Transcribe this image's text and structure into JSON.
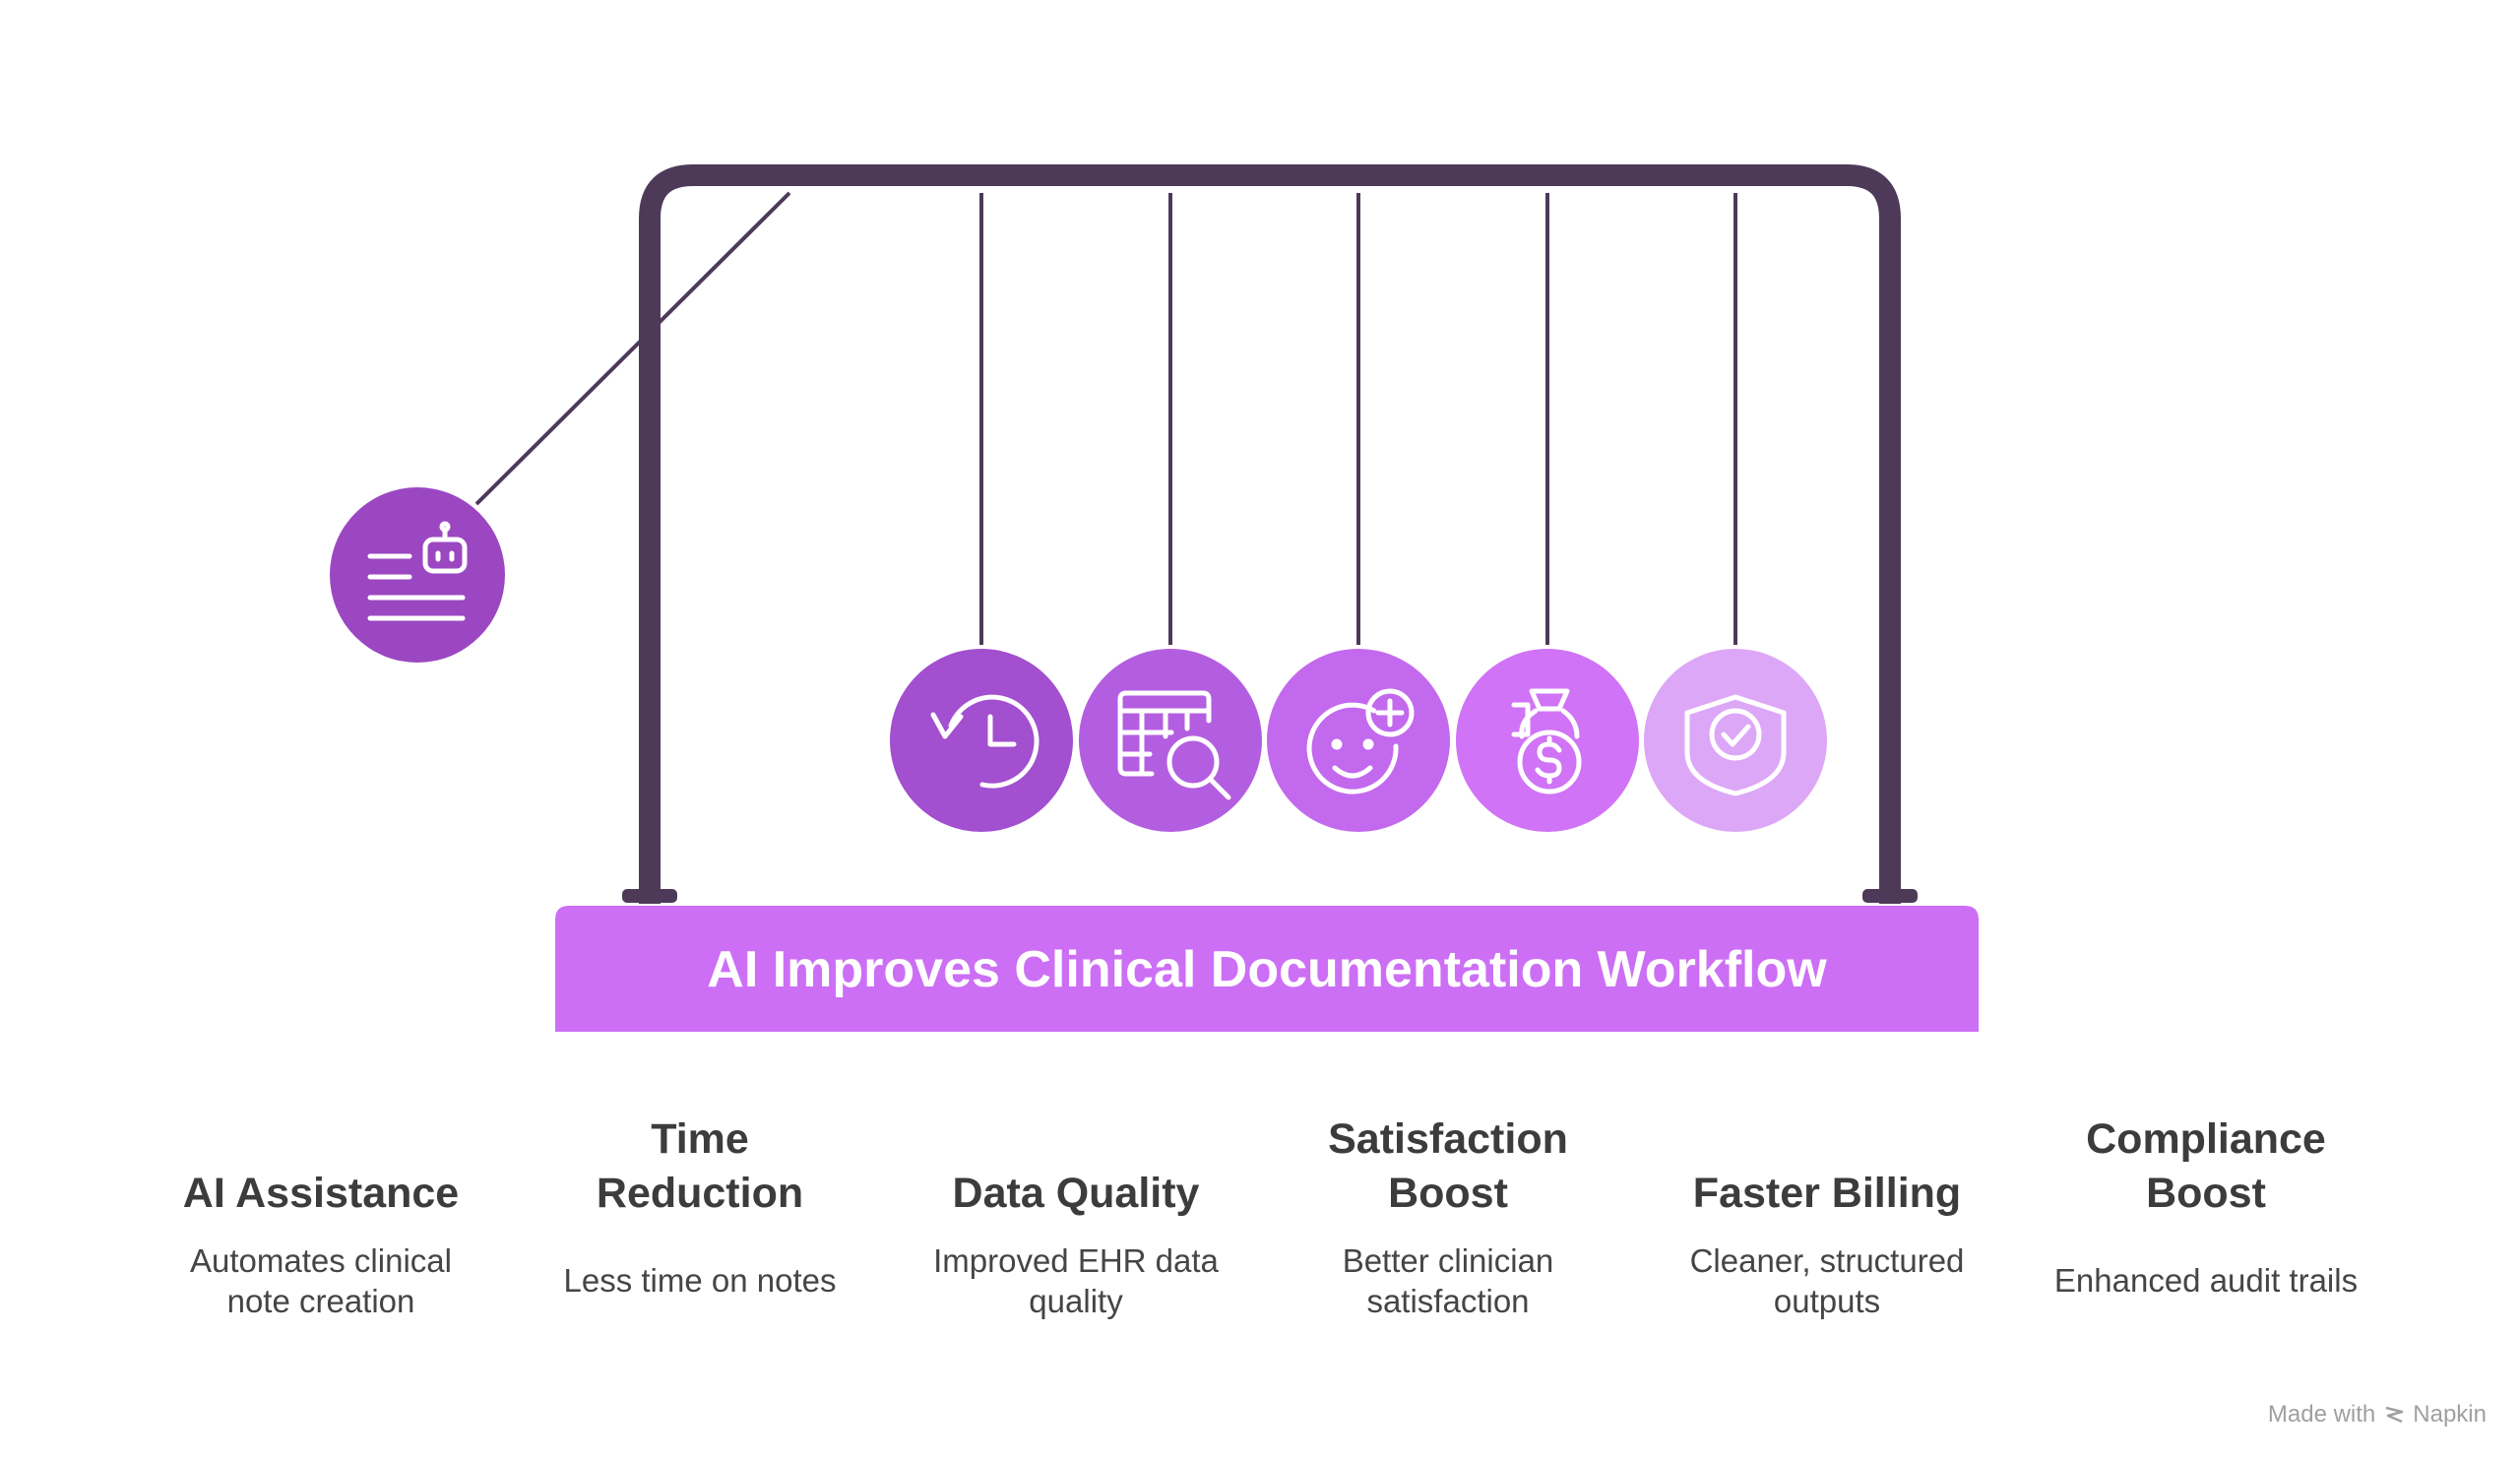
{
  "banner": {
    "title": "AI Improves Clinical Documentation Workflow"
  },
  "colors": {
    "frame": "#4d3a59",
    "banner": "#cc6ff5",
    "ball_1": "#9b47c2",
    "ball_2": "#a24fd0",
    "ball_3": "#b35ee0",
    "ball_4": "#c369ee",
    "ball_5": "#d073f6",
    "ball_6": "#dda7f7"
  },
  "items": [
    {
      "icon": "robot-document-icon",
      "title_lines": [
        "AI Assistance"
      ],
      "desc_lines": [
        "Automates clinical",
        "note creation"
      ]
    },
    {
      "icon": "history-clock-icon",
      "title_lines": [
        "Time",
        "Reduction"
      ],
      "desc_lines": [
        "Less time on notes"
      ]
    },
    {
      "icon": "table-search-icon",
      "title_lines": [
        "Data Quality"
      ],
      "desc_lines": [
        "Improved EHR data",
        "quality"
      ]
    },
    {
      "icon": "smiley-plus-icon",
      "title_lines": [
        "Satisfaction",
        "Boost"
      ],
      "desc_lines": [
        "Better clinician",
        "satisfaction"
      ]
    },
    {
      "icon": "money-bag-icon",
      "title_lines": [
        "Faster Billing"
      ],
      "desc_lines": [
        "Cleaner, structured",
        "outputs"
      ]
    },
    {
      "icon": "shield-check-icon",
      "title_lines": [
        "Compliance",
        "Boost"
      ],
      "desc_lines": [
        "Enhanced audit trails"
      ]
    }
  ],
  "footer": {
    "made_with": "Made with",
    "brand": "Napkin"
  }
}
